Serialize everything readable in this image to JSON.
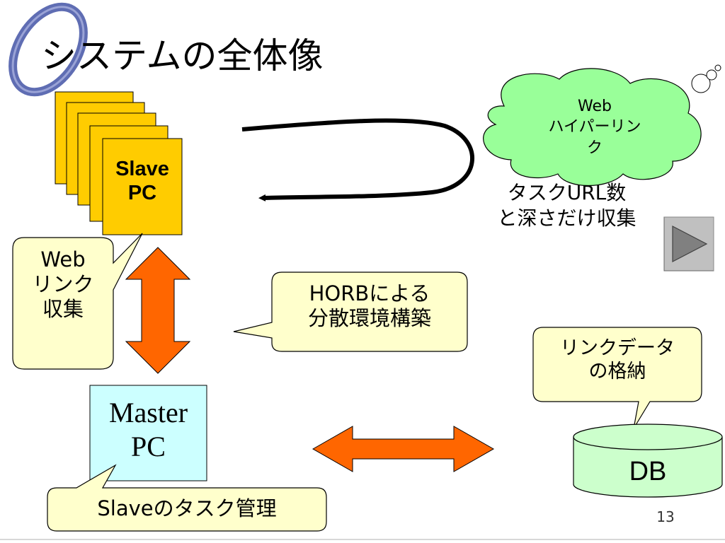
{
  "slide": {
    "title": "システムの全体像",
    "page_number": "13"
  },
  "slave_pc": {
    "line1": "Slave",
    "line2": "PC"
  },
  "master_pc": {
    "line1": "Master",
    "line2": "PC"
  },
  "database": {
    "label": "DB"
  },
  "cloud": {
    "line1": "Web",
    "line2": "ハイパーリン",
    "line3": "ク"
  },
  "task_text": {
    "line1": "タスクURL数",
    "line2": "と深さだけ収集"
  },
  "callouts": {
    "web_link": {
      "line1": "Web",
      "line2": "リンク",
      "line3": "収集"
    },
    "horb": {
      "line1": "HORBによる",
      "line2": "分散環境構築"
    },
    "link_data": {
      "line1": "リンクデータ",
      "line2": "の格納"
    },
    "slave_task": {
      "text": "Slaveのタスク管理"
    }
  },
  "colors": {
    "slave_fill": "#FFCC00",
    "master_fill": "#CCFFFF",
    "db_fill": "#CCFFCC",
    "cloud_fill": "#99FF99",
    "callout_fill": "#FFFFCC",
    "arrow_fill": "#FF6600",
    "logo_ring": "#5F6DB3"
  },
  "icons": {
    "play_button": "play-triangle-icon",
    "logo": "ring-logo-icon"
  }
}
